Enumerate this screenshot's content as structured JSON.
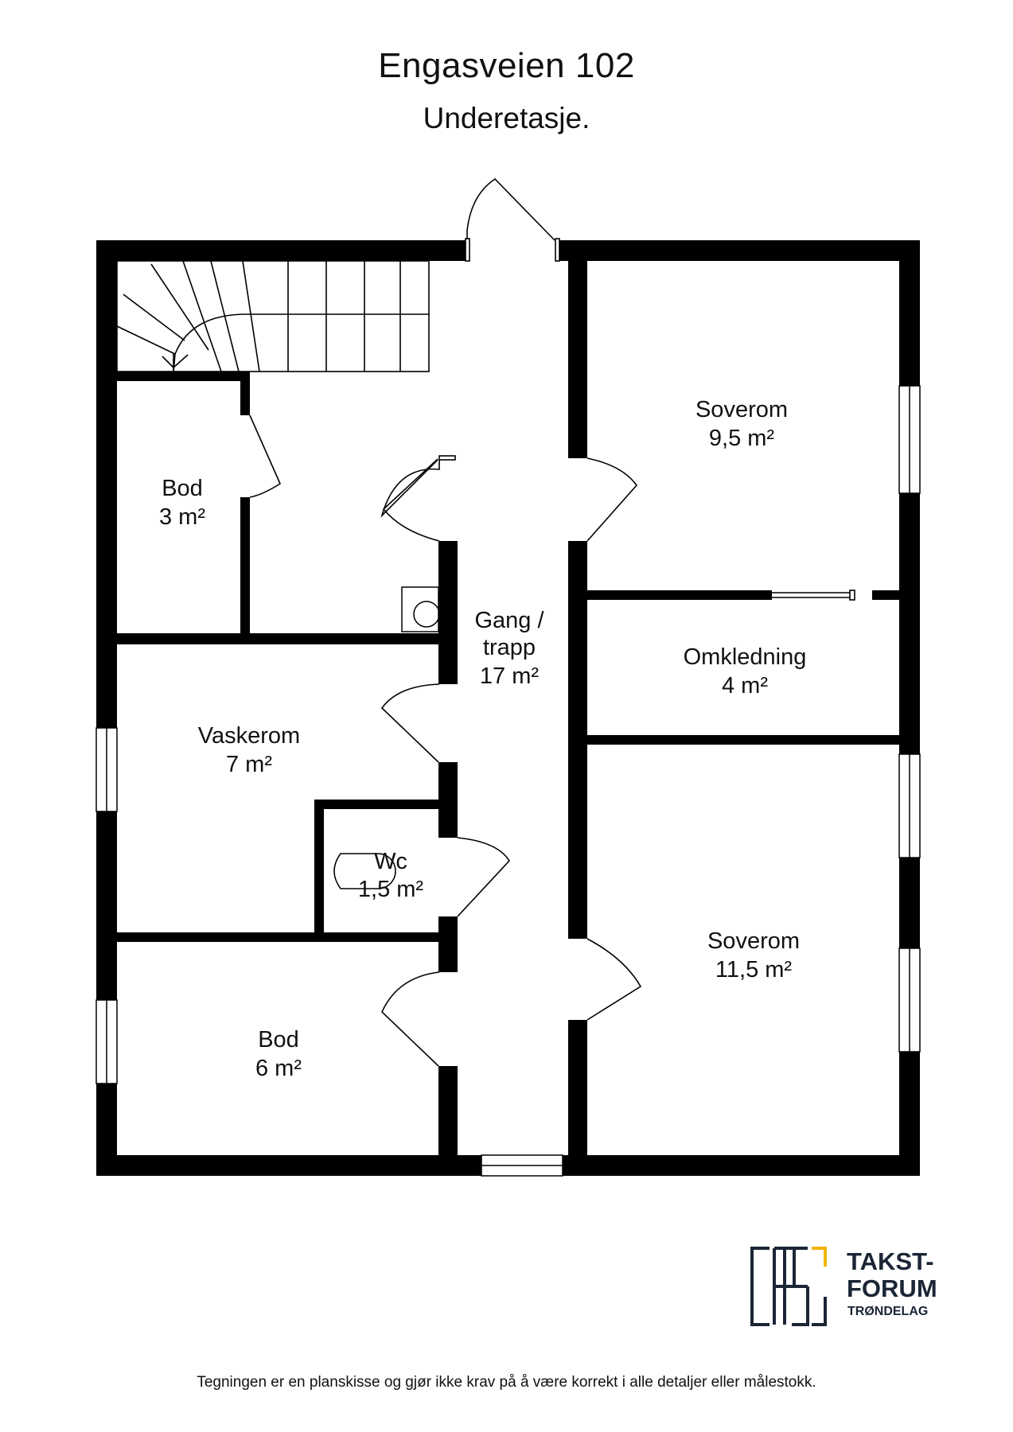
{
  "header": {
    "title": "Engasveien 102",
    "subtitle": "Underetasje."
  },
  "rooms": [
    {
      "name": "Bod",
      "area": "3 m²"
    },
    {
      "name": "Gang /",
      "name2": "trapp",
      "area": "17 m²"
    },
    {
      "name": "Soverom",
      "area": "9,5 m²"
    },
    {
      "name": "Omkledning",
      "area": "4 m²"
    },
    {
      "name": "Vaskerom",
      "area": "7 m²"
    },
    {
      "name": "Wc",
      "area": "1,5 m²"
    },
    {
      "name": "Soverom",
      "area": "11,5 m²"
    },
    {
      "name": "Bod",
      "area": "6 m²"
    }
  ],
  "logo": {
    "line1": "TAKST-",
    "line2": "FORUM",
    "line3": "TRØNDELAG",
    "colors": {
      "dark": "#1b2536",
      "accent": "#f0b400"
    }
  },
  "footer": {
    "disclaimer": "Tegningen er en planskisse og gjør ikke krav på å være korrekt i alle detaljer eller målestokk."
  }
}
